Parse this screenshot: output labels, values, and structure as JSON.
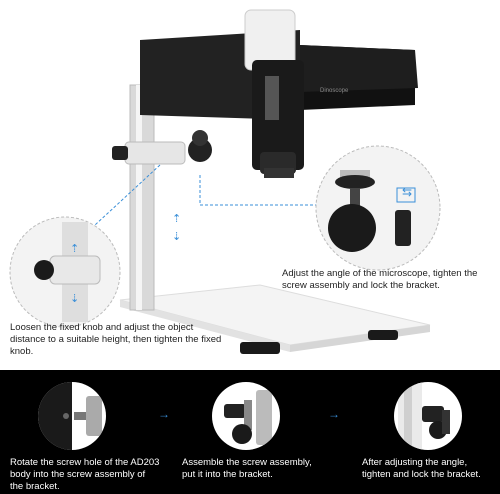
{
  "device_label": "Dinoscope",
  "callouts": {
    "right": "Adjust the angle of the microscope, tighten the screw assembly and lock the bracket.",
    "left": "Loosen the fixed knob and adjust the object distance to a suitable height, then tighten the fixed knob."
  },
  "steps": [
    {
      "label": "Rotate the screw hole of the AD203 body into the screw assembly of the bracket."
    },
    {
      "label": "Assemble the screw assembly, put it into the bracket."
    },
    {
      "label": "After adjusting the angle, tighten and lock the bracket."
    }
  ],
  "step_arrow_glyph": "→",
  "colors": {
    "accent": "#3a8fd8",
    "bottom_bg": "#000000",
    "device_body": "#1a1a1a"
  }
}
